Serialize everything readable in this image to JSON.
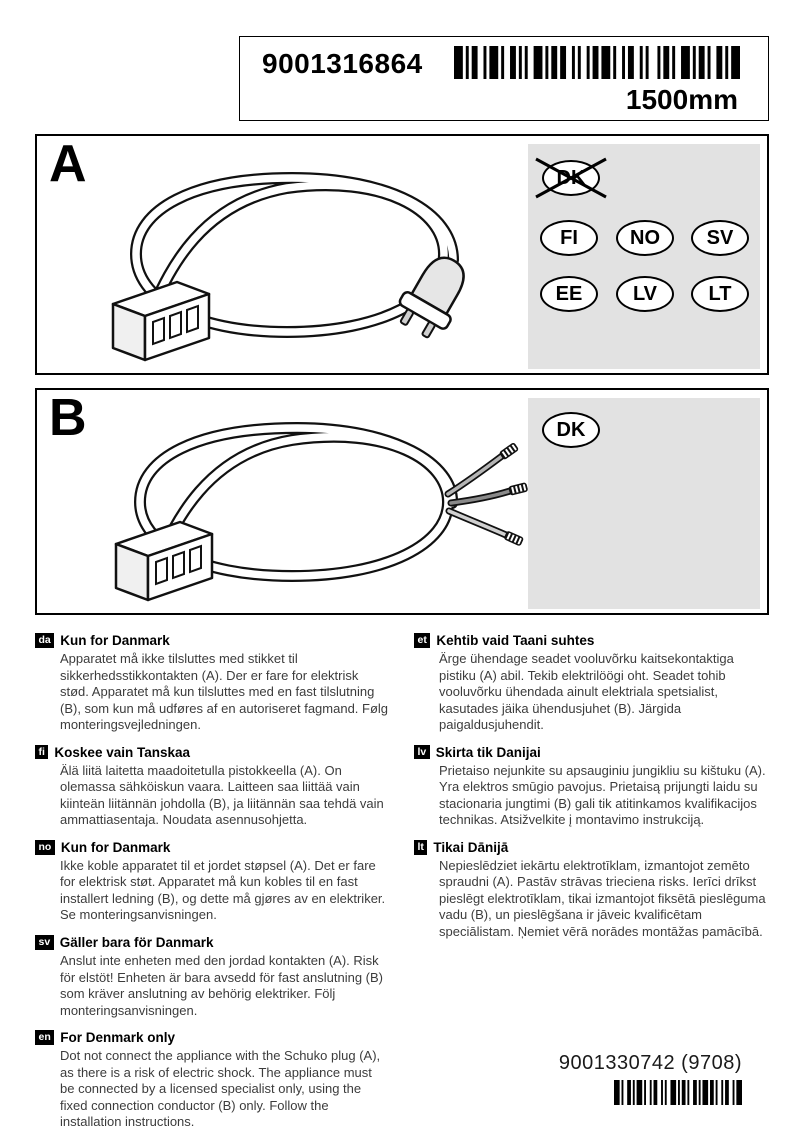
{
  "header": {
    "part_number": "9001316864",
    "cable_length": "1500mm"
  },
  "variant_a": {
    "label": "A",
    "excluded_country": "DK",
    "countries": [
      "FI",
      "NO",
      "SV",
      "EE",
      "LV",
      "LT"
    ]
  },
  "variant_b": {
    "label": "B",
    "country": "DK"
  },
  "notes": [
    {
      "lang": "da",
      "title": "Kun for Danmark",
      "body": "Apparatet må ikke tilsluttes med stikket til sikkerhedsstikkontakten (A). Der er fare for elektrisk stød. Apparatet må kun tilsluttes med en fast tilslutning (B), som kun må udføres af en autoriseret fagmand. Følg monteringsvejledningen."
    },
    {
      "lang": "fi",
      "title": "Koskee vain Tanskaa",
      "body": "Älä liitä laitetta maadoitetulla pistokkeella (A). On olemassa sähköiskun vaara. Laitteen saa liittää vain kiinteän liitännän johdolla (B), ja liitännän saa tehdä vain ammattiasentaja. Noudata asennusohjetta."
    },
    {
      "lang": "no",
      "title": "Kun for Danmark",
      "body": "Ikke koble apparatet til et jordet støpsel (A). Det er fare for elektrisk støt. Apparatet må kun kobles til en fast installert ledning (B), og dette må gjøres av en elektriker. Se monteringsanvisningen."
    },
    {
      "lang": "sv",
      "title": "Gäller bara för Danmark",
      "body": "Anslut inte enheten med den jordad kontakten (A). Risk för elstöt! Enheten är bara avsedd för fast anslutning (B) som kräver anslutning av behörig elektriker. Följ monteringsanvisningen."
    },
    {
      "lang": "en",
      "title": "For Denmark only",
      "body": "Dot not connect the appliance with the Schuko plug (A), as there is a risk of electric shock. The appliance must be connected by a licensed specialist only, using the fixed connection conductor (B) only. Follow the installation instructions."
    },
    {
      "lang": "et",
      "title": "Kehtib vaid Taani suhtes",
      "body": "Ärge ühendage seadet vooluvõrku kaitsekontaktiga pistiku (A) abil. Tekib elektrilöögi oht. Seadet tohib vooluvõrku ühendada ainult elektriala spetsialist, kasutades jäika ühendusjuhet (B). Järgida paigaldusjuhendit."
    },
    {
      "lang": "lv",
      "title": "Skirta tik Danijai",
      "body": "Prietaiso nejunkite su apsauginiu jungikliu su kištuku (A). Yra elektros smūgio pavojus. Prietaisą prijungti laidu su stacionaria jungtimi (B) gali tik atitinkamos kvalifikacijos technikas. Atsižvelkite į montavimo instrukciją."
    },
    {
      "lang": "lt",
      "title": "Tikai Dānijā",
      "body": "Nepieslēdziet iekārtu elektrotīklam, izmantojot zemēto spraudni (A). Pastāv strāvas trieciena risks. Ierīci drīkst pieslēgt elektrotīklam, tikai izmantojot fiksētā pieslēguma vadu (B), un pieslēgšana ir jāveic kvalificētam speciālistam. Ņemiet vērā norādes montāžas pamācībā."
    }
  ],
  "footer": {
    "doc_number": "9001330742 (9708)"
  },
  "colors": {
    "panel_gray": "#e2e2e2",
    "line_black": "#111111"
  }
}
